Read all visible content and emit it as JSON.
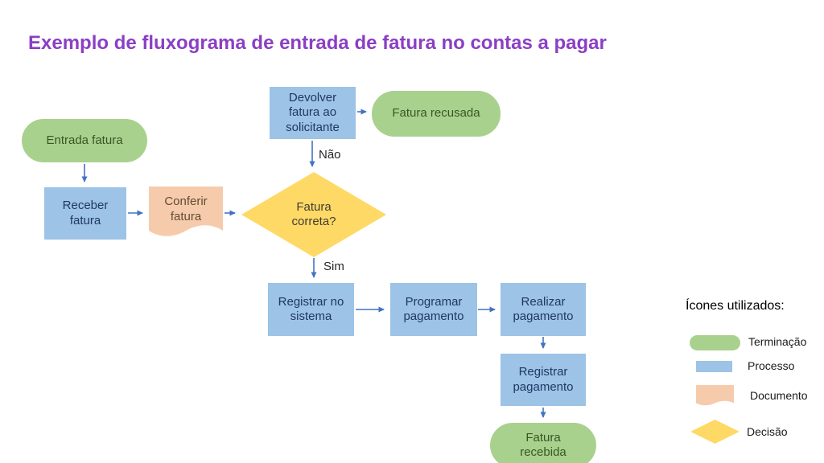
{
  "title": "Exemplo de fluxograma de entrada de fatura no contas a pagar",
  "colors": {
    "title_text": "#8a3fc5",
    "terminator_fill": "#a9d18e",
    "terminator_text": "#385723",
    "process_fill": "#9dc3e6",
    "process_text": "#1f3864",
    "document_fill": "#f6cbab",
    "document_text": "#644b32",
    "decision_fill": "#ffd966",
    "decision_text": "#403d33",
    "arrow": "#4472c4"
  },
  "flowchart": {
    "nodes": [
      {
        "id": "entrada-fatura",
        "type": "terminator",
        "label": "Entrada fatura"
      },
      {
        "id": "receber-fatura",
        "type": "process",
        "label": "Receber fatura"
      },
      {
        "id": "conferir-fatura",
        "type": "document",
        "label": "Conferir fatura"
      },
      {
        "id": "fatura-correta",
        "type": "decision",
        "label": "Fatura correta?"
      },
      {
        "id": "devolver-fatura",
        "type": "process",
        "label": "Devolver fatura ao solicitante"
      },
      {
        "id": "fatura-recusada",
        "type": "terminator",
        "label": "Fatura recusada"
      },
      {
        "id": "registrar-no-sistema",
        "type": "process",
        "label": "Registrar no sistema"
      },
      {
        "id": "programar-pagamento",
        "type": "process",
        "label": "Programar pagamento"
      },
      {
        "id": "realizar-pagamento",
        "type": "process",
        "label": "Realizar pagamento"
      },
      {
        "id": "registrar-pagamento",
        "type": "process",
        "label": "Registrar pagamento"
      },
      {
        "id": "fatura-recebida",
        "type": "terminator",
        "label": "Fatura recebida"
      }
    ],
    "edge_labels": {
      "nao": "Não",
      "sim": "Sim"
    }
  },
  "legend": {
    "title": "Ícones utilizados:",
    "items": [
      {
        "icon": "terminator-pill-icon",
        "label": "Terminação"
      },
      {
        "icon": "process-rect-icon",
        "label": "Processo"
      },
      {
        "icon": "document-icon",
        "label": "Documento"
      },
      {
        "icon": "decision-diamond-icon",
        "label": "Decisão"
      }
    ]
  }
}
